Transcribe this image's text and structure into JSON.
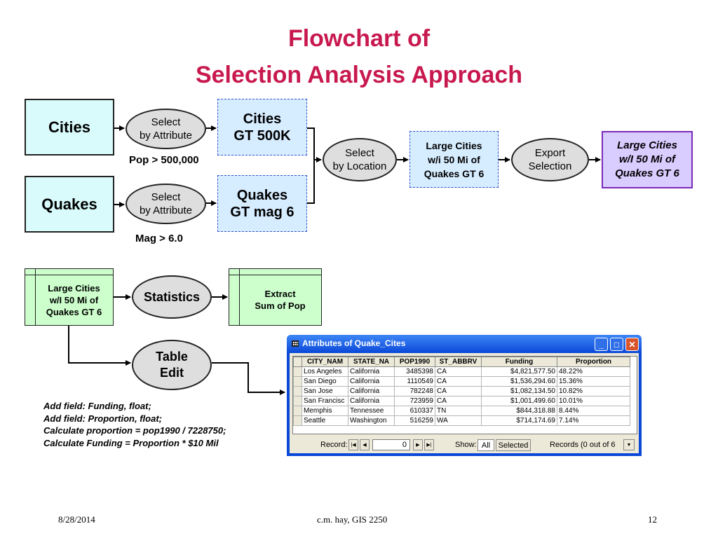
{
  "title": {
    "line1": "Flowchart of",
    "line2": "Selection Analysis Approach"
  },
  "nodes": {
    "cities": "Cities",
    "quakes": "Quakes",
    "select_attr_1": {
      "line1": "Select",
      "line2": "by Attribute"
    },
    "select_attr_2": {
      "line1": "Select",
      "line2": "by Attribute"
    },
    "pop_label": "Pop > 500,000",
    "mag_label": "Mag > 6.0",
    "cities_gt": {
      "line1": "Cities",
      "line2": "GT 500K"
    },
    "quakes_gt": {
      "line1": "Quakes",
      "line2": "GT mag 6"
    },
    "select_loc": {
      "line1": "Select",
      "line2": "by Location"
    },
    "large_cities": {
      "line1": "Large Cities",
      "line2": "w/i 50 Mi of",
      "line3": "Quakes GT 6"
    },
    "export": {
      "line1": "Export",
      "line2": "Selection"
    },
    "final": {
      "line1": "Large Cities",
      "line2": "w/I 50 Mi of",
      "line3": "Quakes GT 6"
    },
    "table_large": {
      "line1": "Large Cities",
      "line2": "w/I 50 Mi of",
      "line3": "Quakes GT 6"
    },
    "statistics": "Statistics",
    "extract": {
      "line1": "Extract",
      "line2": "Sum of Pop"
    },
    "table_edit": {
      "line1": "Table",
      "line2": "Edit"
    }
  },
  "notes": [
    "Add field: Funding, float;",
    "Add field: Proportion, float;",
    "Calculate proportion = pop1990 / 7228750;",
    "Calculate Funding = Proportion * $10 Mil"
  ],
  "attr_window": {
    "title": "Attributes of Quake_Cites",
    "columns": [
      "CITY_NAM",
      "STATE_NA",
      "POP1990",
      "ST_ABBRV",
      "Funding",
      "Proportion"
    ],
    "rows": [
      [
        "Los Angeles",
        "California",
        "3485398",
        "CA",
        "$4,821,577.50",
        "48.22%"
      ],
      [
        "San Diego",
        "California",
        "1110549",
        "CA",
        "$1,536,294.60",
        "15.36%"
      ],
      [
        "San Jose",
        "California",
        "782248",
        "CA",
        "$1,082,134.50",
        "10.82%"
      ],
      [
        "San Francisc",
        "California",
        "723959",
        "CA",
        "$1,001,499.60",
        "10.01%"
      ],
      [
        "Memphis",
        "Tennessee",
        "610337",
        "TN",
        "$844,318.88",
        "8.44%"
      ],
      [
        "Seattle",
        "Washington",
        "516259",
        "WA",
        "$714,174.69",
        "7.14%"
      ]
    ],
    "record_label": "Record:",
    "record_value": "0",
    "show_label": "Show:",
    "show_all": "All",
    "show_selected": "Selected",
    "records_status": "Records (0 out of 6"
  },
  "footer": {
    "date": "8/28/2014",
    "center": "c.m. hay, GIS 2250",
    "page": "12"
  },
  "colors": {
    "title": "#c8194f",
    "source_fill": "#d9fbfb",
    "ellipse_fill": "#dedede",
    "dashed_fill": "#d6ecff",
    "final_fill": "#d9ccff",
    "table_fill": "#ccffcc"
  }
}
